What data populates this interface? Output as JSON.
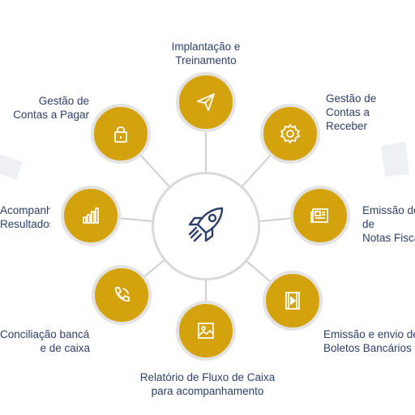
{
  "diagram": {
    "colors": {
      "node": "#d4a20c",
      "node_ring": "#e3e3e3",
      "connector": "#cfcfcf",
      "text": "#2e3f6b",
      "hub_icon": "#2e3f6b"
    },
    "hub_icon": "rocket-icon",
    "features": [
      {
        "id": "implantacao",
        "icon": "paper-plane-icon",
        "lines": [
          "Implantação e",
          "Treinamento"
        ]
      },
      {
        "id": "contas-receber",
        "icon": "gear-icon",
        "lines": [
          "Gestão de",
          "Contas a",
          "Receber"
        ]
      },
      {
        "id": "notas-fiscais",
        "icon": "newspaper-icon",
        "lines": [
          "Emissão de",
          "de",
          "Notas Fiscais"
        ]
      },
      {
        "id": "boletos",
        "icon": "film-play-icon",
        "lines": [
          "Emissão e envio de",
          "Boletos Bancários"
        ]
      },
      {
        "id": "fluxo-caixa",
        "icon": "image-icon",
        "lines": [
          "Relatório de Fluxo de Caixa",
          "para acompanhamento"
        ]
      },
      {
        "id": "conciliacao",
        "icon": "phone-icon",
        "lines": [
          "Conciliação bancária",
          "e de caixa"
        ]
      },
      {
        "id": "resultados",
        "icon": "bar-chart-icon",
        "lines": [
          "Acompanhamento de",
          "Resultados"
        ]
      },
      {
        "id": "contas-pagar",
        "icon": "lock-icon",
        "lines": [
          "Gestão de",
          "Contas a Pagar"
        ]
      }
    ]
  }
}
